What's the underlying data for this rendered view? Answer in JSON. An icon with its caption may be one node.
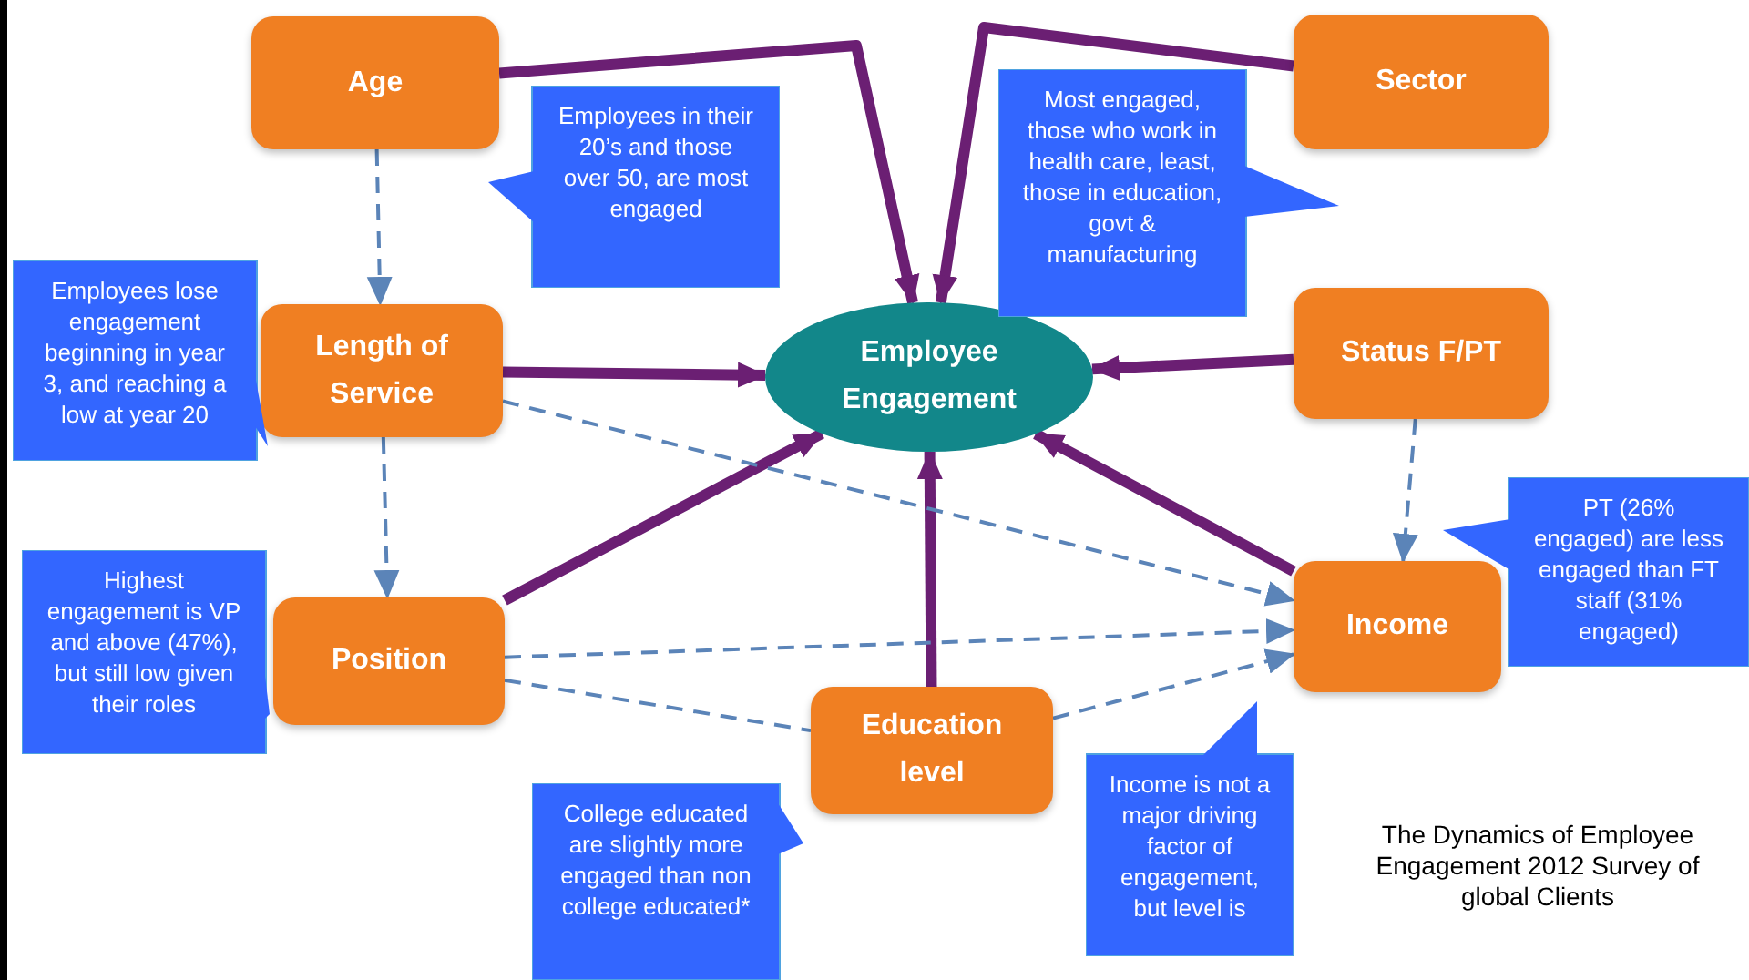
{
  "diagram": {
    "nodes": [
      {
        "text": [
          "Age"
        ]
      },
      {
        "text": [
          "Sector"
        ]
      },
      {
        "text": [
          "Length of Service"
        ]
      },
      {
        "text": [
          "Employee Engagement"
        ]
      },
      {
        "text": [
          "Status F/PT"
        ]
      },
      {
        "text": [
          "Position"
        ]
      },
      {
        "text": [
          "Income"
        ]
      },
      {
        "text": [
          "Education level"
        ]
      },
      {
        "text": [
          "Employees in their 20’s and those over 50, are most engaged"
        ]
      },
      {
        "text": [
          "Most engaged, those who work in health care, least, those in education, govt & manufacturing"
        ]
      },
      {
        "text": [
          "Employees lose engagement beginning in year 3, and reaching a low at year 20"
        ]
      },
      {
        "text": [
          "PT  (26% engaged) are less engaged than FT staff (31% engaged)"
        ]
      },
      {
        "text": [
          "Highest engagement is VP and above (47%), but still low given their roles"
        ]
      },
      {
        "text": [
          "College educated are slightly more engaged than non college educated*"
        ]
      },
      {
        "text": [
          "Income is not a major driving factor of engagement, but level is"
        ]
      }
    ],
    "edges": [
      {
        "from": 0,
        "to": 3,
        "arrow": "to",
        "style": "thick"
      },
      {
        "from": 1,
        "to": 3,
        "arrow": "to",
        "style": "thick"
      },
      {
        "from": 2,
        "to": 3,
        "arrow": "to",
        "style": "thick"
      },
      {
        "from": 4,
        "to": 3,
        "arrow": "to",
        "style": "thick"
      },
      {
        "from": 5,
        "to": 3,
        "arrow": "to",
        "style": "thick"
      },
      {
        "from": 7,
        "to": 3,
        "arrow": "to",
        "style": "thick"
      },
      {
        "from": 6,
        "to": 3,
        "arrow": "to",
        "style": "thick"
      },
      {
        "from": 0,
        "to": 2,
        "arrow": "to",
        "style": "dashed",
        "color": "#5b84b8"
      },
      {
        "from": 2,
        "to": 5,
        "arrow": "to",
        "style": "dashed",
        "color": "#5b84b8"
      },
      {
        "from": 4,
        "to": 6,
        "arrow": "to",
        "style": "dashed",
        "color": "#5b84b8"
      },
      {
        "from": 2,
        "to": 6,
        "arrow": "to",
        "style": "dashed",
        "color": "#5b84b8"
      },
      {
        "from": 5,
        "to": 6,
        "arrow": "to",
        "style": "dashed",
        "color": "#5b84b8"
      },
      {
        "from": 5,
        "to": 7,
        "arrow": "none",
        "style": "dashed",
        "color": "#5b84b8"
      },
      {
        "from": 7,
        "to": 6,
        "arrow": "to",
        "style": "dashed",
        "color": "#5b84b8"
      }
    ],
    "labels": [
      "The Dynamics of Employee Engagement 2012 Survey of global Clients"
    ]
  }
}
